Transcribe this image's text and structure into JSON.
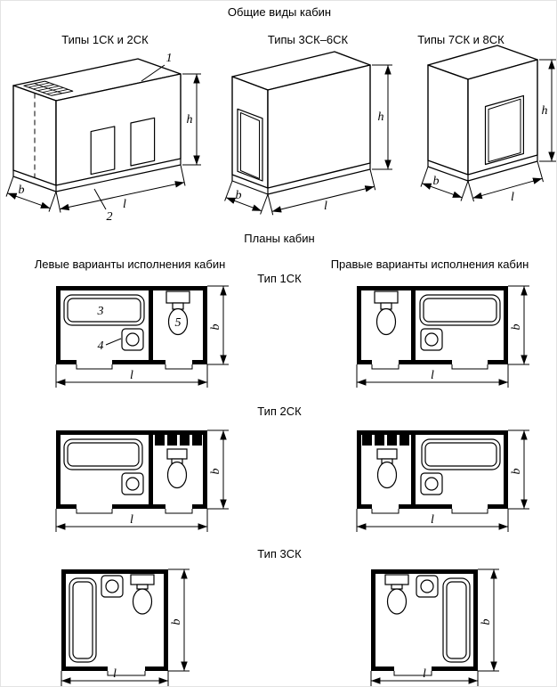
{
  "page": {
    "title": "Общие виды кабин",
    "plans_title": "Планы кабин"
  },
  "general_views": {
    "items": [
      {
        "label": "Типы 1СК и 2СК"
      },
      {
        "label": "Типы 3СК–6СК"
      },
      {
        "label": "Типы 7СК и 8СК"
      }
    ]
  },
  "plans": {
    "left_header": "Левые варианты исполнения кабин",
    "right_header": "Правые варианты исполнения кабин",
    "rows": [
      {
        "label": "Тип 1СК"
      },
      {
        "label": "Тип 2СК"
      },
      {
        "label": "Тип 3СК"
      }
    ]
  },
  "dims": {
    "b": "b",
    "l": "l",
    "h": "h"
  },
  "callouts": {
    "c1": "1",
    "c2": "2",
    "c3": "3",
    "c4": "4",
    "c5": "5"
  }
}
